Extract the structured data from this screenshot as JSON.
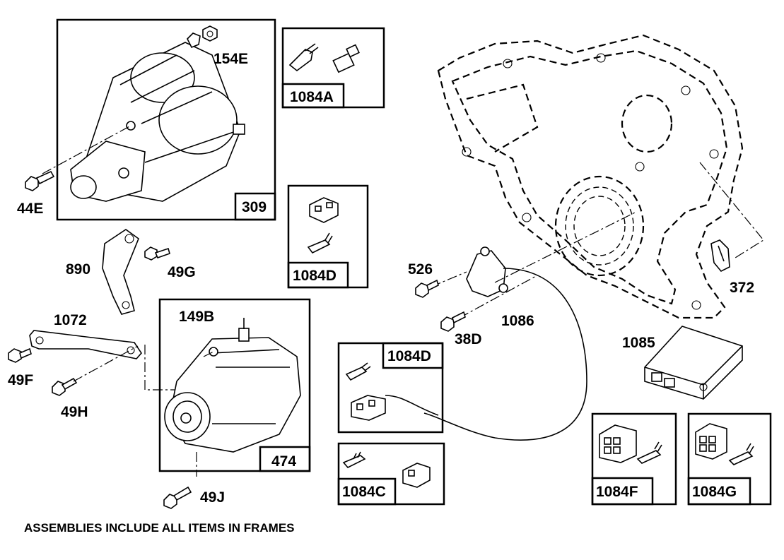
{
  "labels": {
    "p154E": "154E",
    "p44E": "44E",
    "p309": "309",
    "p1084A": "1084A",
    "p1084D_a": "1084D",
    "p890": "890",
    "p49G": "49G",
    "p1072": "1072",
    "p149B": "149B",
    "p49F": "49F",
    "p49H": "49H",
    "p474": "474",
    "p49J": "49J",
    "p526": "526",
    "p38D": "38D",
    "p1086": "1086",
    "p372": "372",
    "p1085": "1085",
    "p1084D_b": "1084D",
    "p1084C": "1084C",
    "p1084F": "1084F",
    "p1084G": "1084G"
  },
  "note": "ASSEMBLIES INCLUDE ALL ITEMS IN FRAMES"
}
